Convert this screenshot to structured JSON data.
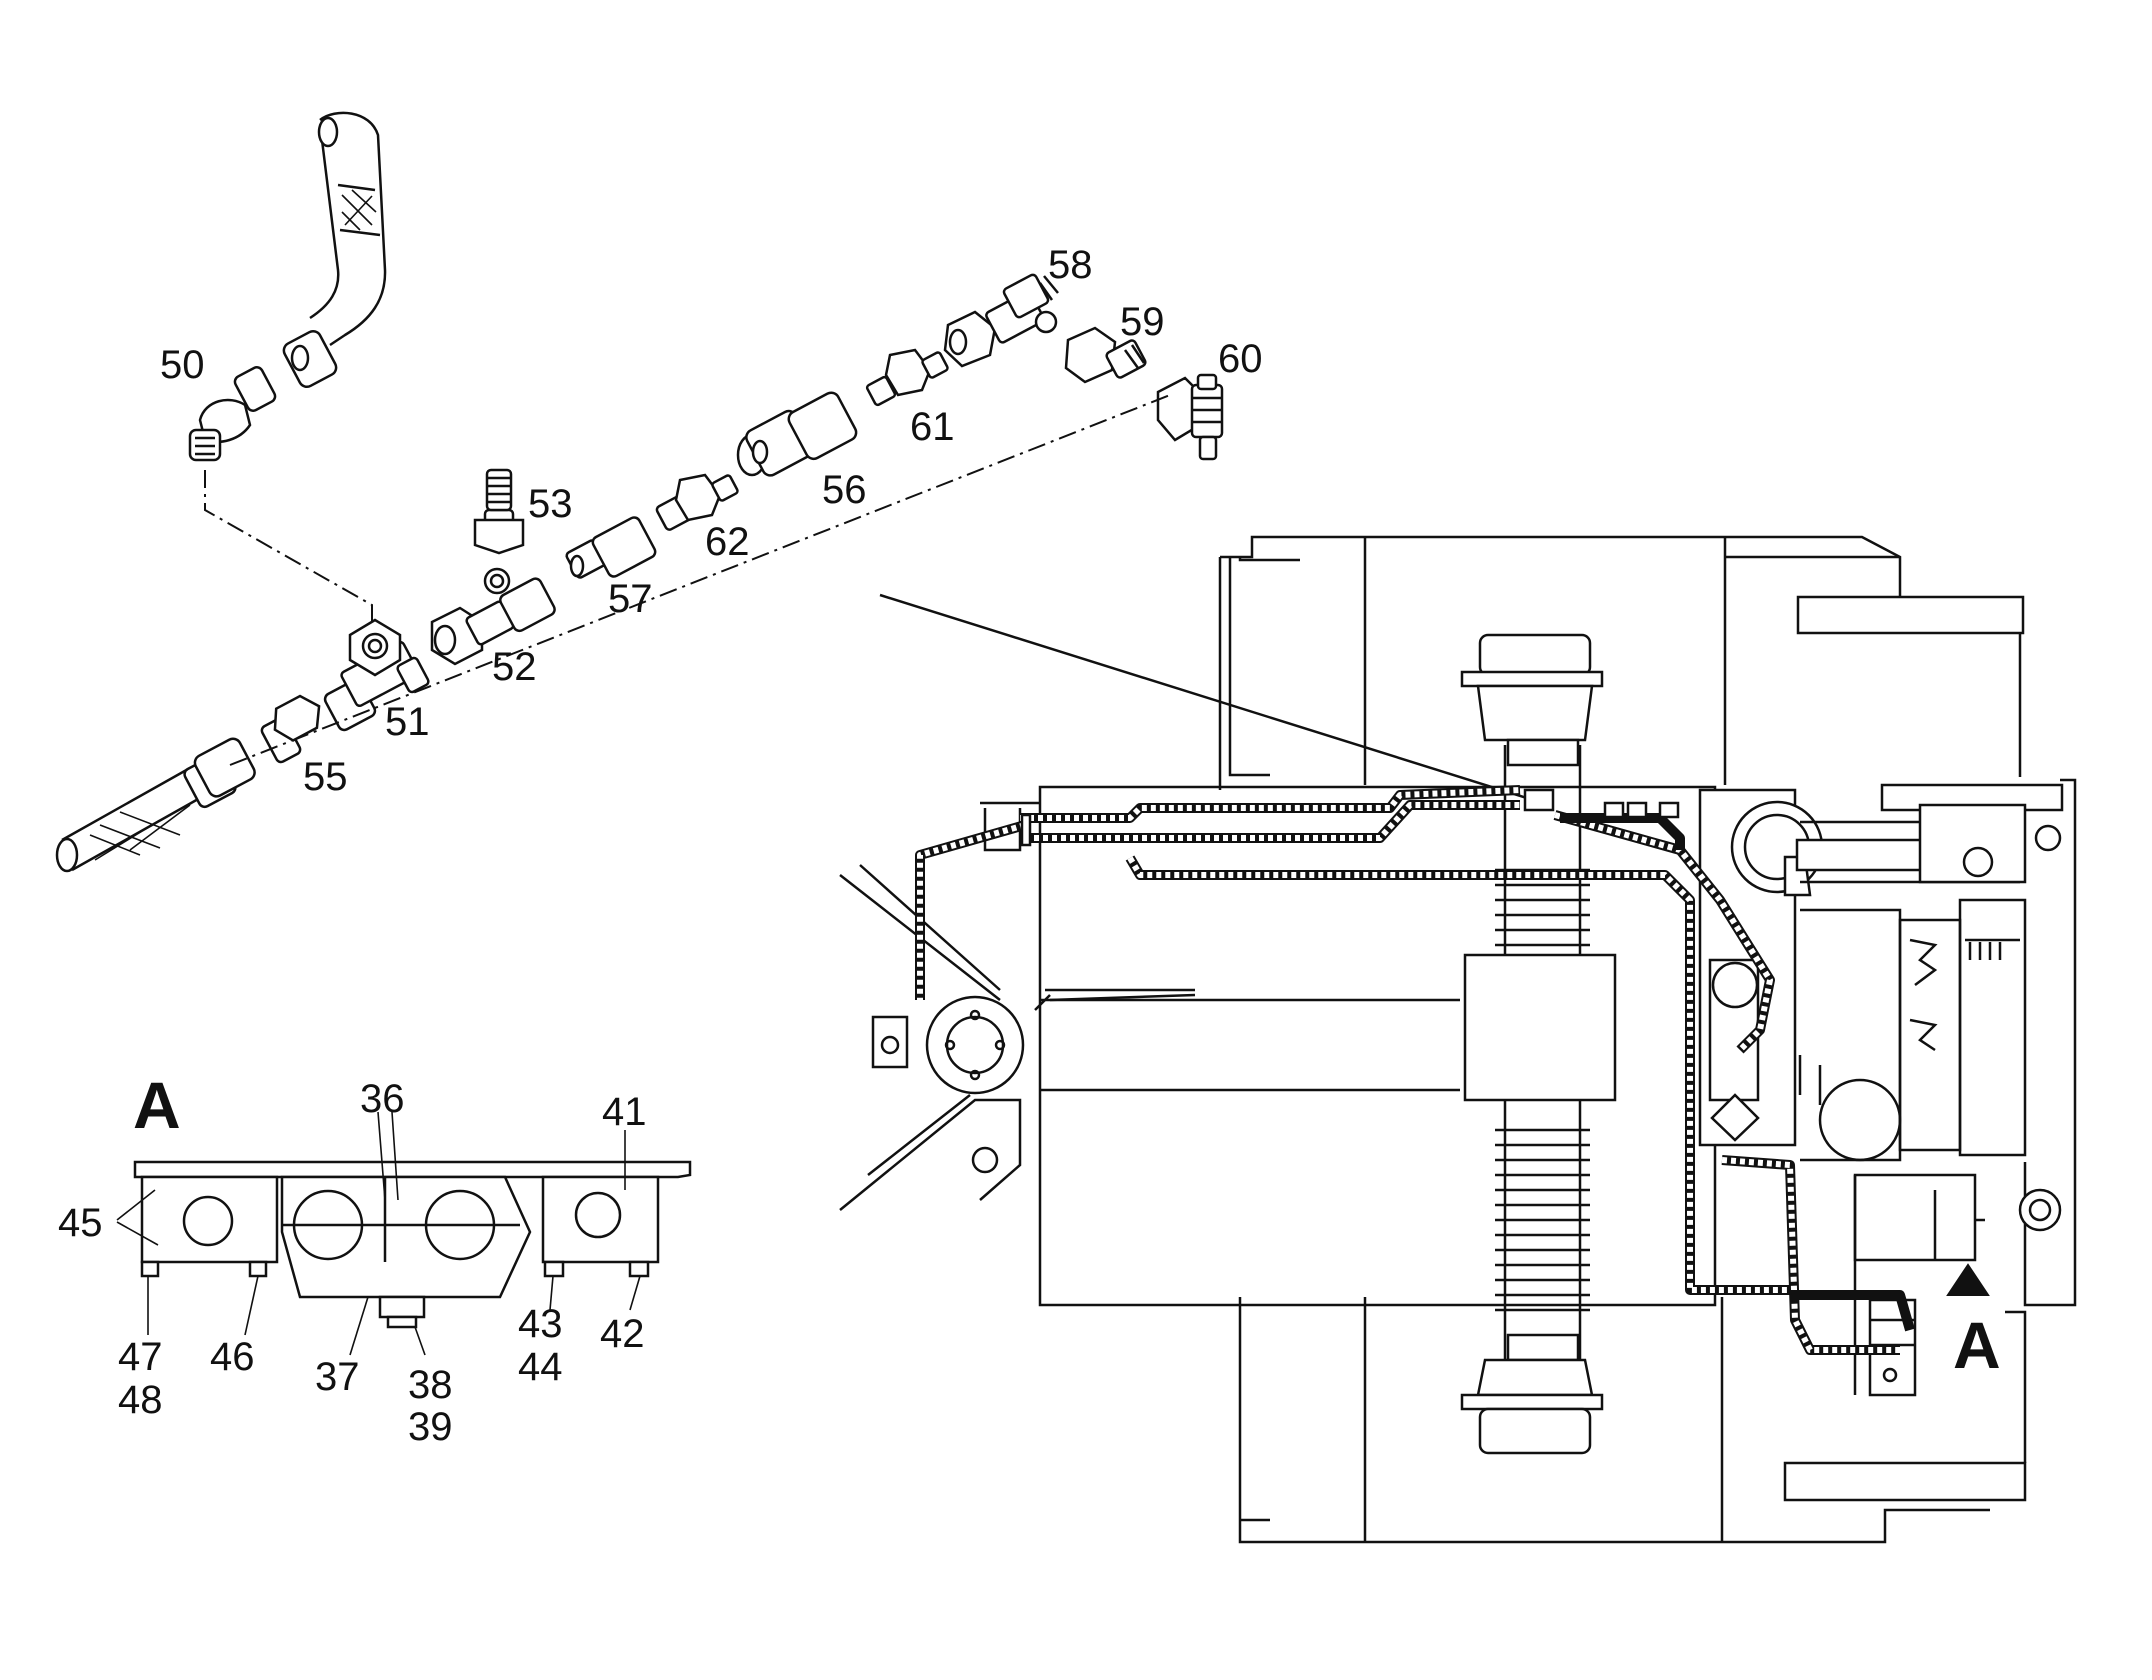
{
  "diagram": {
    "section_label": "A",
    "view_arrow_label": "A",
    "part_numbers": {
      "p36": "36",
      "p37": "37",
      "p38": "38",
      "p39": "39",
      "p41": "41",
      "p42": "42",
      "p43": "43",
      "p44": "44",
      "p45": "45",
      "p46": "46",
      "p47": "47",
      "p48": "48",
      "p50": "50",
      "p51": "51",
      "p52": "52",
      "p53": "53",
      "p55": "55",
      "p56": "56",
      "p57": "57",
      "p58": "58",
      "p59": "59",
      "p60": "60",
      "p61": "61",
      "p62": "62"
    }
  }
}
